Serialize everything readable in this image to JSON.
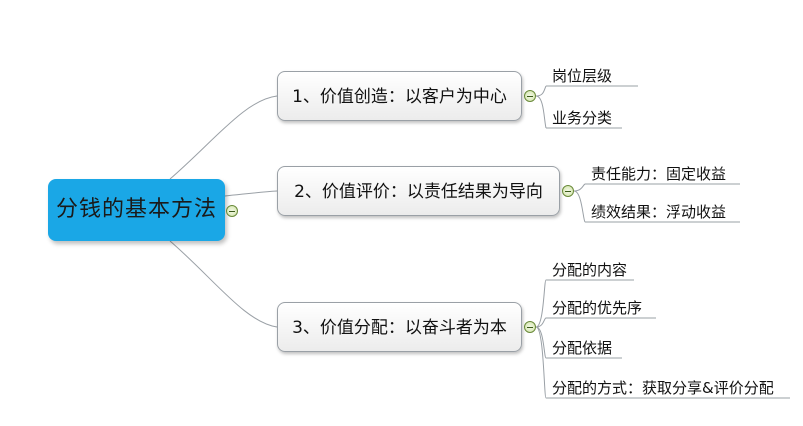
{
  "root": {
    "label": "分钱的基本方法"
  },
  "branches": [
    {
      "label": "1、价值创造：以客户为中心",
      "children": [
        "岗位层级",
        "业务分类"
      ]
    },
    {
      "label": "2、价值评价：以责任结果为导向",
      "children": [
        "责任能力：固定收益",
        "绩效结果：浮动收益"
      ]
    },
    {
      "label": "3、价值分配：以奋斗者为本",
      "children": [
        "分配的内容",
        "分配的优先序",
        "分配依据",
        "分配的方式：获取分享&评价分配"
      ]
    }
  ],
  "colors": {
    "root_fill": "#1aa7e6",
    "line": "#9aa0a6"
  }
}
